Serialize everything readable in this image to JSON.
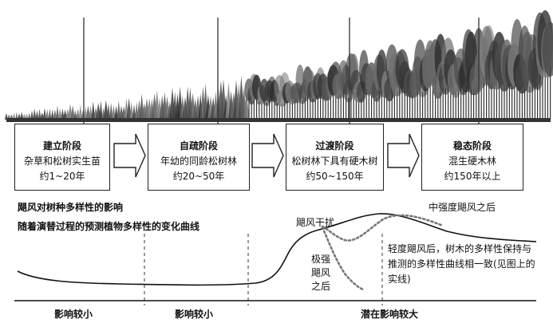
{
  "stages": [
    {
      "title": "建立阶段",
      "desc": "杂草和松树实生苗",
      "age": "约1~20年"
    },
    {
      "title": "自疏阶段",
      "desc": "年幼的同龄松树林",
      "age": "约20~50年"
    },
    {
      "title": "过渡阶段",
      "desc": "松树林下具有硬木树",
      "age": "约50~150年"
    },
    {
      "title": "稳态阶段",
      "desc": "混生硬木林",
      "age": "约150年以上"
    }
  ],
  "curve_section": {
    "heading_line1": "飓风对树种多样性的影响",
    "heading_line2": "随着演替过程的预测植物多样性的变化曲线",
    "label_disturbance": "飓风干扰",
    "label_moderate": "中强度飓风之后",
    "label_strong": "极强飓风之后",
    "label_mild": "轻度飓风后，树木的多样性保持与推测的多样性曲线相一致(见图上的实线)"
  },
  "zones": [
    {
      "label": "影响较小"
    },
    {
      "label": "影响较小"
    },
    {
      "label": "潜在影响较大"
    }
  ]
}
